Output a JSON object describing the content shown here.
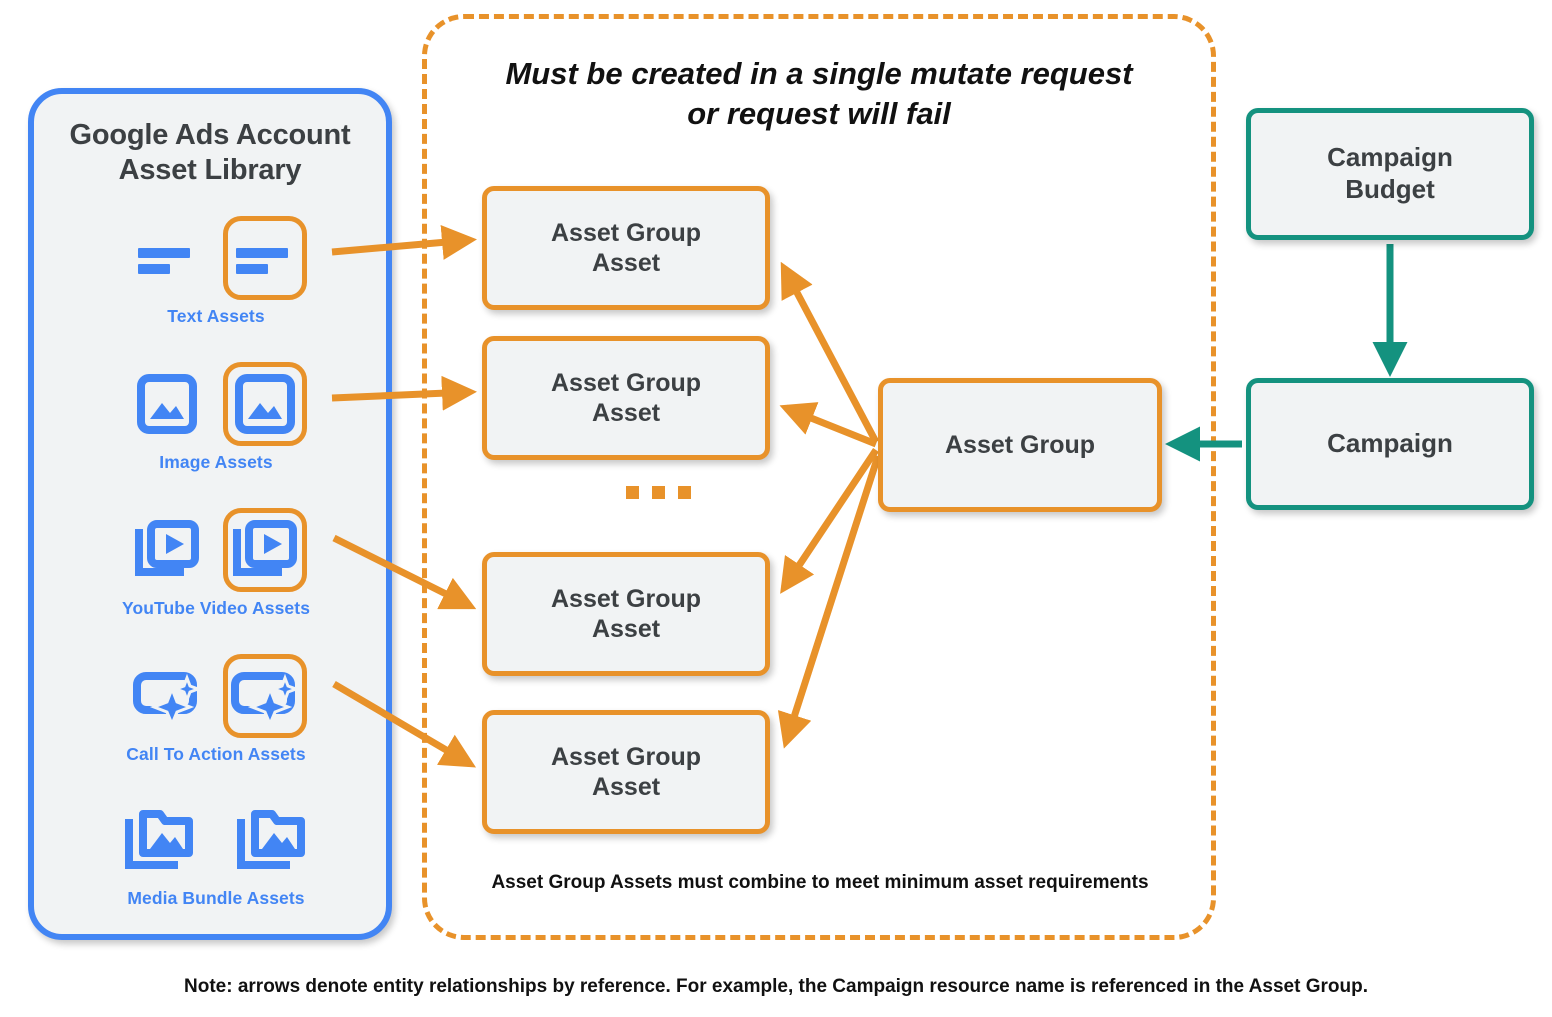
{
  "library": {
    "title": "Google Ads Account\nAsset Library",
    "title_line1": "Google Ads Account",
    "title_line2": "Asset Library",
    "items": [
      {
        "caption": "Text Assets",
        "icon": "text-asset-icon",
        "highlighted": true
      },
      {
        "caption": "Image Assets",
        "icon": "image-asset-icon",
        "highlighted": true
      },
      {
        "caption": "YouTube Video  Assets",
        "icon": "video-asset-icon",
        "highlighted": true
      },
      {
        "caption": "Call To Action Assets",
        "icon": "call-to-action-asset-icon",
        "highlighted": true
      },
      {
        "caption": "Media Bundle  Assets",
        "icon": "media-bundle-asset-icon",
        "highlighted": false
      }
    ]
  },
  "mutate_container": {
    "title_line1": "Must be created in a single mutate request",
    "title_line2": "or request will fail",
    "footnote": "Asset Group Assets must combine to meet minimum asset requirements"
  },
  "nodes": {
    "asset_group_assets": [
      {
        "line1": "Asset Group",
        "line2": "Asset"
      },
      {
        "line1": "Asset Group",
        "line2": "Asset"
      },
      {
        "line1": "Asset Group",
        "line2": "Asset"
      },
      {
        "line1": "Asset Group",
        "line2": "Asset"
      }
    ],
    "asset_group": "Asset Group",
    "campaign_budget_line1": "Campaign",
    "campaign_budget_line2": "Budget",
    "campaign": "Campaign"
  },
  "ellipsis": "...",
  "note": "Note: arrows denote entity relationships by reference. For example, the Campaign resource name is referenced in the Asset Group.",
  "colors": {
    "orange": "#e8922a",
    "blue": "#4285f4",
    "teal": "#14927f",
    "node_fill": "#f1f3f4",
    "text_dark": "#3c4043",
    "text_black": "#111111"
  }
}
